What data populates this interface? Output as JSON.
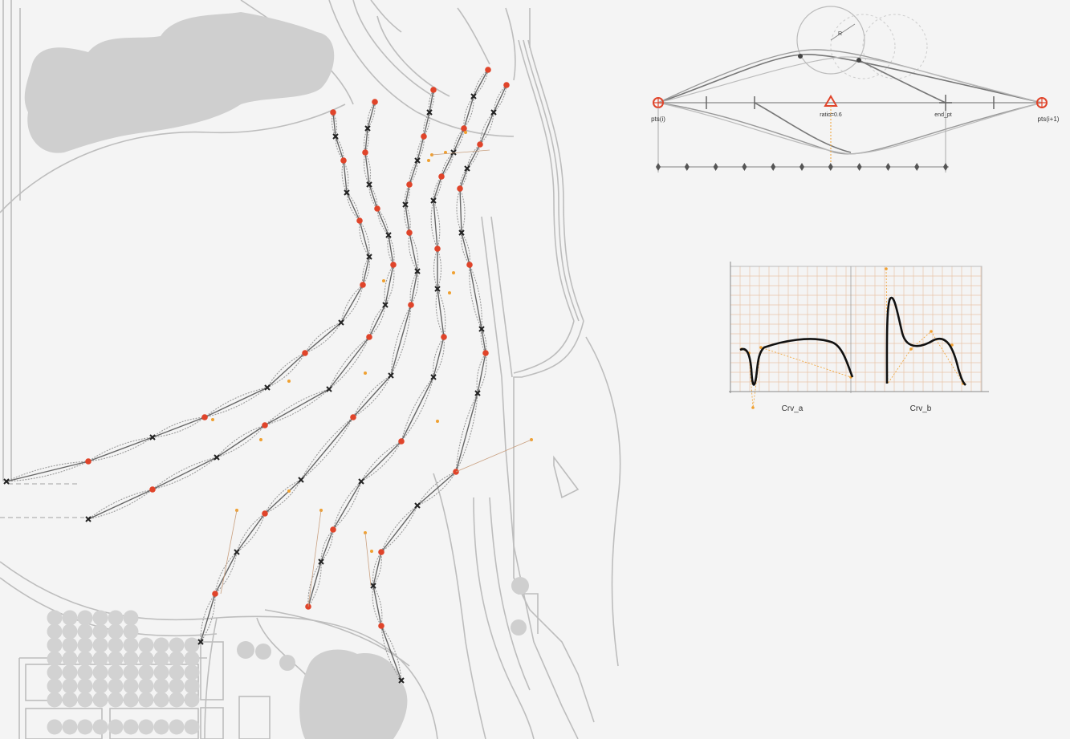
{
  "colors": {
    "background": "#f4f4f4",
    "map_line": "#b9b9b9",
    "tree_fill": "#cfcfcf",
    "path_dark": "#555555",
    "path_dotted": "#9a9a9a",
    "node_red": "#e0442a",
    "node_orange": "#f0a030",
    "grid_orange": "#e8b890",
    "curve_black": "#111111"
  },
  "diagram_labels": {
    "pts_i": "pts(i)",
    "pts_i1": "pts(i+1)",
    "ratio": "ratio=0.6",
    "end_pt": "end_pt",
    "r": "R"
  },
  "curves": {
    "crv_a": "Crv_a",
    "crv_b": "Crv_b"
  }
}
